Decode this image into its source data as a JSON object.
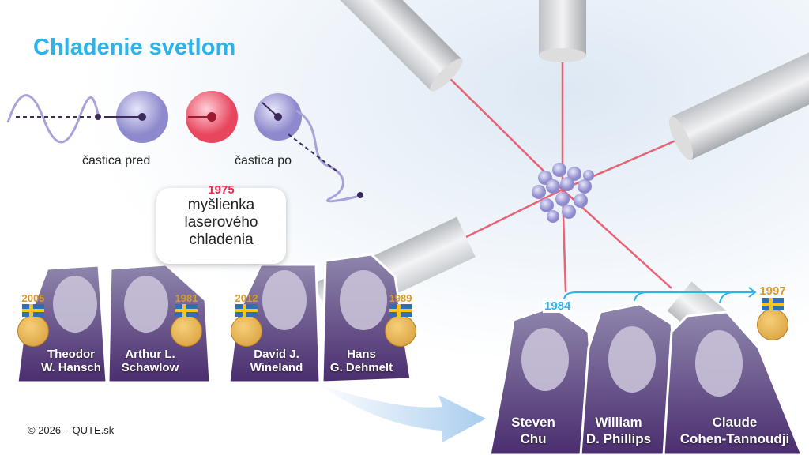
{
  "title": "Chladenie svetlom",
  "diagram": {
    "label_before": "častica pred",
    "label_after": "častica po"
  },
  "bubble": {
    "year": "1975",
    "lines": [
      "myšlienka",
      "laserového",
      "chladenia"
    ]
  },
  "laureates_left": [
    {
      "name1": "Theodor",
      "name2": "W. Hansch",
      "year": "2005"
    },
    {
      "name1": "Arthur L.",
      "name2": "Schawlow",
      "year": "1981"
    },
    {
      "name1": "David J.",
      "name2": "Wineland",
      "year": "2012"
    },
    {
      "name1": "Hans",
      "name2": "G. Dehmelt",
      "year": "1989"
    }
  ],
  "laureates_right": [
    {
      "name1": "Steven",
      "name2": "Chu"
    },
    {
      "name1": "William",
      "name2": "D. Phillips"
    },
    {
      "name1": "Claude",
      "name2": "Cohen-Tannoudji"
    }
  ],
  "timeline": {
    "start_year": "1984",
    "nobel_year": "1997"
  },
  "copyright": "© 2026 – QUTE.sk",
  "colors": {
    "accent": "#2bb3ea",
    "red": "#e8294b",
    "purple": "#4a2d6e",
    "gold": "#d99a2b"
  }
}
